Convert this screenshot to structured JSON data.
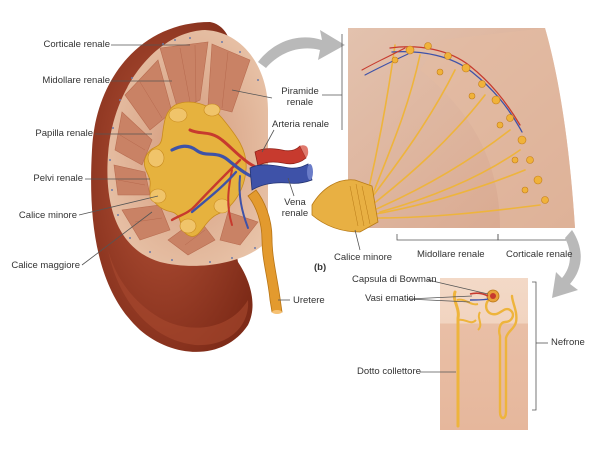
{
  "panel_b_letter": "(b)",
  "labels": {
    "corticale_renale": "Corticale renale",
    "midollare_renale": "Midollare renale",
    "papilla_renale": "Papilla renale",
    "pelvi_renale": "Pelvi renale",
    "calice_minore": "Calice minore",
    "calice_maggiore": "Calice maggiore",
    "piramide_renale": "Piramide renale",
    "arteria_renale": "Arteria renale",
    "vena_renale": "Vena renale",
    "uretere": "Uretere",
    "calice_minore_b": "Calice minore",
    "midollare_renale_b": "Midollare renale",
    "corticale_renale_b": "Corticale renale",
    "capsula_di_bowman": "Capsula di Bowman",
    "vasi_ematici": "Vasi ematici",
    "nefrone": "Nefrone",
    "dotto_collettore": "Dotto collettore"
  },
  "colors": {
    "kidney_capsule": "#9b3a22",
    "cortex": "#e2b79a",
    "medulla": "#cf8c6c",
    "pelvis": "#e8b43c",
    "artery": "#c73a2e",
    "vein": "#3e52a8",
    "ureter": "#e39a2e",
    "tubule": "#f0b23a",
    "leader": "#555555",
    "arrow": "#b9b9b9"
  }
}
